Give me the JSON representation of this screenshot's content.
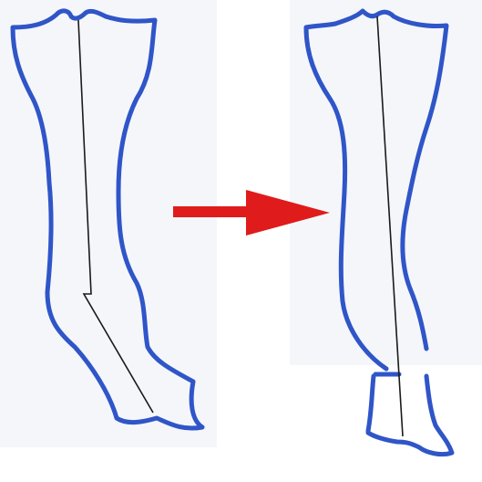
{
  "colors": {
    "outline": "#2f55c8",
    "arrow": "#e01b1b",
    "line": "#1a1a1a",
    "panel": "#f3f5f9"
  },
  "figures": [
    {
      "name": "before-figure",
      "description_icon": "bent-line-outline"
    },
    {
      "name": "after-figure",
      "description_icon": "straight-line-outline"
    }
  ],
  "arrow": {
    "icon": "right-arrow-icon"
  }
}
